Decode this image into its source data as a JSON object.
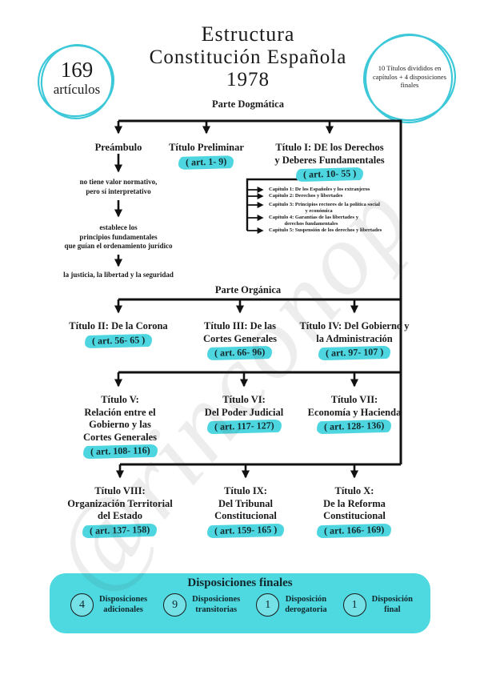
{
  "header": {
    "title": "Estructura",
    "subtitle": "Constitución Española 1978"
  },
  "left_badge": {
    "number": "169",
    "label": "artículos"
  },
  "right_badge": {
    "text": "10 Títulos divididos en\ncapítulos + 4 disposiciones\nfinales"
  },
  "watermark": "@rinconop",
  "colors": {
    "accent_teal": "#4dd6e0",
    "circle_stroke": "#3cc8d8",
    "line": "#111111"
  },
  "parte_dogmatica": {
    "label": "Parte Dogmática",
    "preambulo": {
      "title": "Preámbulo",
      "note1": "no tiene valor normativo,\npero sí interpretativo",
      "note2": "establece los\nprincipios fundamentales\nque guían el ordenamiento jurídico",
      "note3": "la justicia, la libertad y la seguridad"
    },
    "titulo_preliminar": {
      "title": "Título Preliminar",
      "articles": "( art. 1- 9)"
    },
    "titulo_1": {
      "title": "Título I: DE los Derechos\ny Deberes Fundamentales",
      "articles": "( art. 10- 55 )",
      "capitulos": [
        "Capítulo 1: De los Españoles y los extranjeros",
        "Capítulo 2: Derechos y libertades",
        "Capítulo 3: Principios rectores de la política social\n                            y económica",
        "Capítulo 4: Garantías de las libertades y\n            derechos fundamentales",
        "Capítulo 5: Suspensión de los derechos y libertades"
      ]
    }
  },
  "parte_organica": {
    "label": "Parte Orgánica",
    "titulos": [
      {
        "title": "Título II: De la Corona",
        "articles": "( art. 56- 65 )"
      },
      {
        "title": "Título III: De las\nCortes Generales",
        "articles": "( art. 66- 96)"
      },
      {
        "title": "Título IV: Del Gobierno y\nla Administración",
        "articles": "( art. 97- 107 )"
      },
      {
        "title": "Título V:\nRelación entre el\nGobierno y las\nCortes Generales",
        "articles": "( art. 108- 116)"
      },
      {
        "title": "Título VI:\nDel Poder Judicial",
        "articles": "( art. 117- 127)"
      },
      {
        "title": "Título VII:\nEconomía y Hacienda",
        "articles": "( art. 128- 136)"
      },
      {
        "title": "Título VIII:\nOrganización Territorial\ndel Estado",
        "articles": "( art. 137- 158)"
      },
      {
        "title": "Título IX:\nDel Tribunal\nConstitucional",
        "articles": "( art. 159- 165 )"
      },
      {
        "title": "Título X:\nDe la Reforma\nConstitucional",
        "articles": "( art. 166- 169)"
      }
    ]
  },
  "disposiciones": {
    "title": "Disposiciones finales",
    "items": [
      {
        "count": "4",
        "label": "Disposiciones\nadicionales"
      },
      {
        "count": "9",
        "label": "Disposiciones\ntransitorias"
      },
      {
        "count": "1",
        "label": "Disposición\nderogatoria"
      },
      {
        "count": "1",
        "label": "Disposición\nfinal"
      }
    ]
  }
}
